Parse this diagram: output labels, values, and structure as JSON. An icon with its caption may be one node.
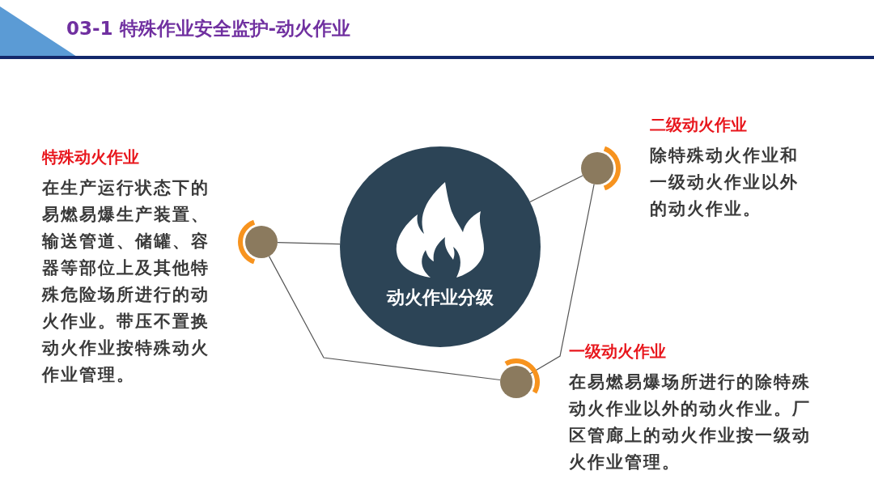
{
  "diagram": {
    "title": "03-1 特殊作业安全监护-动火作业",
    "nodes": [
      {
        "text": [
          "动火作业分级"
        ]
      },
      {
        "text": [],
        "shape": "circle",
        "beside": [
          "特殊动火作业",
          "在生产运行状态下的易燃易爆生产装置、输送管道、储罐、容器等部位上及其他特殊危险场所进行的动火作业。带压不置换动火作业按特殊动火作业管理。"
        ]
      },
      {
        "text": [],
        "shape": "circle",
        "beside": [
          "二级动火作业",
          "除特殊动火作业和一级动火作业以外的动火作业。"
        ]
      },
      {
        "text": [],
        "shape": "circle",
        "beside": [
          "一级动火作业",
          "在易燃易爆场所进行的除特殊动火作业以外的动火作业。厂区管廊上的动火作业按一级动火作业管理。"
        ]
      }
    ],
    "edges": [
      {
        "from": 1,
        "to": 0,
        "arrow": "none"
      },
      {
        "from": 1,
        "to": 3,
        "arrow": "none"
      },
      {
        "from": 2,
        "to": 0,
        "arrow": "none"
      },
      {
        "from": 2,
        "to": 3,
        "arrow": "none"
      }
    ]
  }
}
